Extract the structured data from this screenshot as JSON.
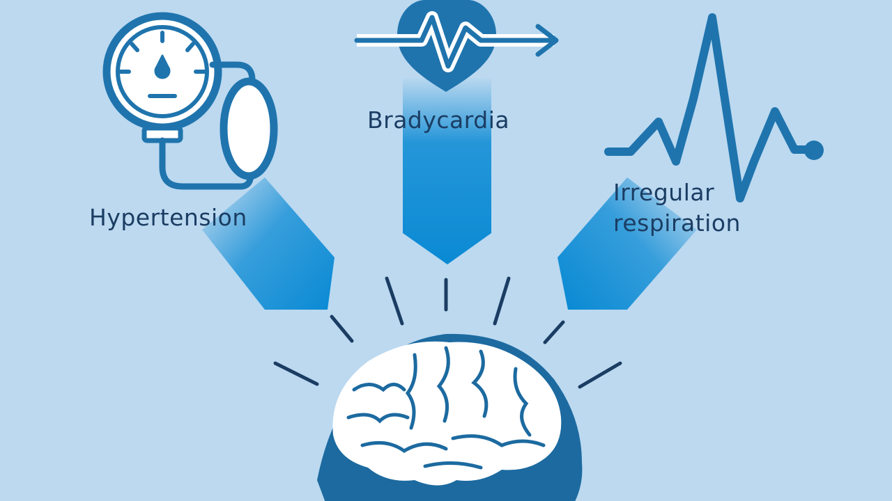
{
  "labels": {
    "hypertension": "Hypertension",
    "bradycardia": "Bradycardia",
    "irregular_line1": "Irregular",
    "irregular_line2": "respiration"
  },
  "colors": {
    "background": "#bcd9f0",
    "icon_stroke": "#1f74ad",
    "arrow_blue": "#0a8ad4",
    "brain_dark": "#1c6aa0",
    "text": "#1b3d63"
  },
  "icons": {
    "blood_pressure": "sphygmomanometer-icon",
    "heart_rate": "heart-ecg-icon",
    "respiration": "waveform-icon",
    "brain": "brain-head-icon"
  }
}
